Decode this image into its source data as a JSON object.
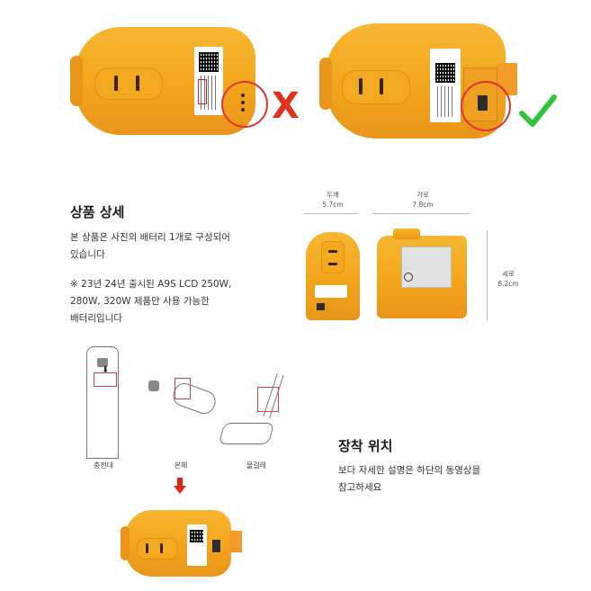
{
  "comparison": {
    "wrong": {
      "mark": "X",
      "mark_color": "#e0321e",
      "description": "battery with three-dot contacts"
    },
    "correct": {
      "mark": "✓",
      "mark_color": "#2fc43a",
      "description": "battery with connector terminal"
    }
  },
  "product_detail": {
    "title": "상품 상세",
    "line1": "본 상품은 사진의 배터리 1개로 구성되어",
    "line2": "있습니다",
    "note1": "※ 23년 24년 출시된 A9S LCD 250W,",
    "note2": "280W, 320W 제품만 사용 가능한",
    "note3": "배터리입니다"
  },
  "dimensions": {
    "thickness_label": "두께",
    "thickness_value": "5.7cm",
    "width_label": "가로",
    "width_value": "7.8cm",
    "height_label": "세로",
    "height_value": "8.2cm"
  },
  "install": {
    "captions": [
      "충전대",
      "본체",
      "물걸레"
    ],
    "arrow_color": "#d9261c"
  },
  "install_location": {
    "title": "장착 위치",
    "line1": "보다 자세한 설명은 하단의 동영상을",
    "line2": "참고하세요"
  },
  "colors": {
    "battery_orange": "#f3a51c",
    "highlight_red": "#d33333"
  }
}
